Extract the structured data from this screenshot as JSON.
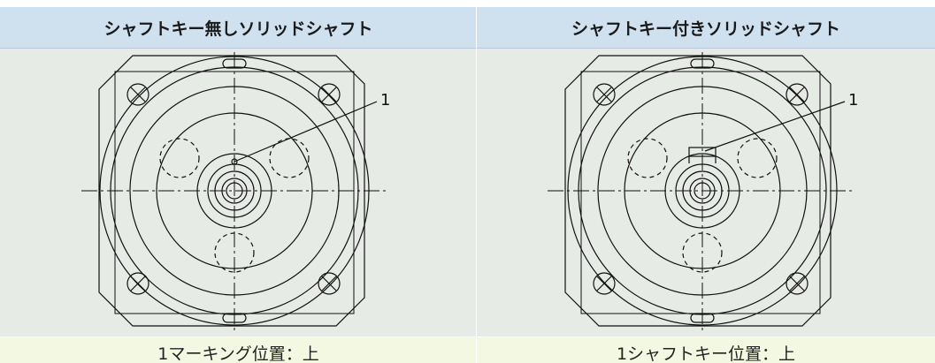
{
  "columns": [
    {
      "header": "シャフトキー無しソリッドシャフト",
      "callout": "1",
      "caption": "1マーキング位置：上",
      "variant": "solid-shaft-no-key"
    },
    {
      "header": "シャフトキー付きソリッドシャフト",
      "callout": "1",
      "caption": "1シャフトキー位置：上",
      "variant": "solid-shaft-with-key"
    }
  ],
  "colors": {
    "header_bg": "#cfe0ef",
    "drawing_bg": "#e6ebe6",
    "caption_bg": "#f3f8e2",
    "line": "#111111"
  }
}
